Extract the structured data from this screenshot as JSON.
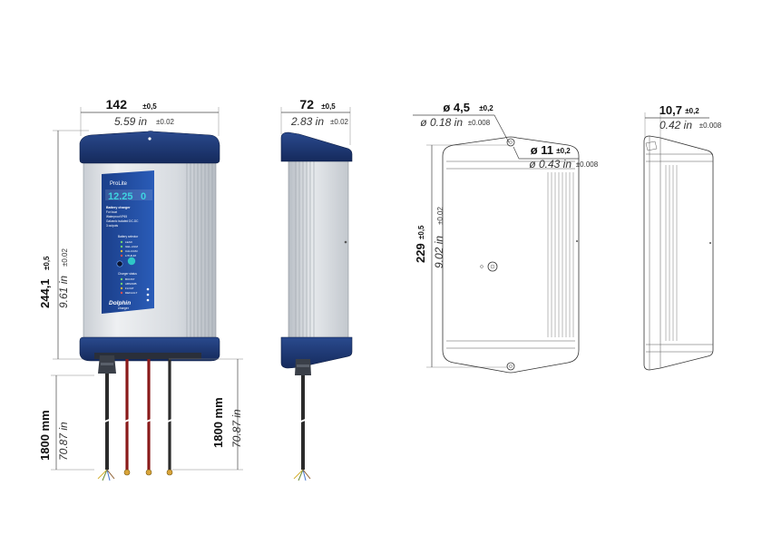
{
  "front_view": {
    "width_mm": "142",
    "width_tol": "±0,5",
    "width_in": "5.59 in",
    "width_in_tol": "±0.02",
    "height_mm": "244,1",
    "height_tol": "±0,5",
    "height_in": "9.61 in",
    "height_in_tol": "±0.02",
    "cable_mm": "1800 mm",
    "cable_in": "70.87 in",
    "label_panel": {
      "brand_line": "ProLite",
      "model": "12.25",
      "model_suffix": "0",
      "lines": [
        "Battery charger",
        "For boat",
        "Waterproof IP65",
        "Galvanic isolated DC-DC",
        "3 outputs"
      ],
      "status_title": "Battery selector",
      "status_items": [
        "LEAD",
        "GEL-AGM",
        "CALCIUM",
        "LITHIUM"
      ],
      "mode_title": "Charger status",
      "mode_items": [
        "BOOST",
        "ABSORB",
        "FLOAT",
        "DEFAULT"
      ],
      "logo": "Dolphin",
      "logo_sub": "charger"
    }
  },
  "side_view": {
    "width_mm": "72",
    "width_tol": "±0,5",
    "width_in": "2.83 in",
    "width_in_tol": "±0.02",
    "cable_mm": "1800 mm",
    "cable_in": "70.87 in"
  },
  "mount_view": {
    "hole_mm": "ø 4,5",
    "hole_tol": "±0,2",
    "hole_in": "ø 0.18 in",
    "hole_in_tol": "±0.008",
    "slot_mm": "ø 11",
    "slot_tol": "±0,2",
    "slot_in": "ø 0.43 in",
    "slot_in_tol": "±0.008",
    "height_mm": "229",
    "height_tol": "±0,5",
    "height_in": "9.02 in",
    "height_in_tol": "±0.02"
  },
  "profile_view": {
    "depth_mm": "10,7",
    "depth_tol": "±0,2",
    "depth_in": "0.42 in",
    "depth_in_tol": "±0.008"
  },
  "colors": {
    "cap_blue": "#1f3a78",
    "label_blue": "#1e4a9c",
    "body_silver": "#d9dde2",
    "cable_red": "#8a1a1a",
    "cable_black": "#2b2b2b"
  }
}
